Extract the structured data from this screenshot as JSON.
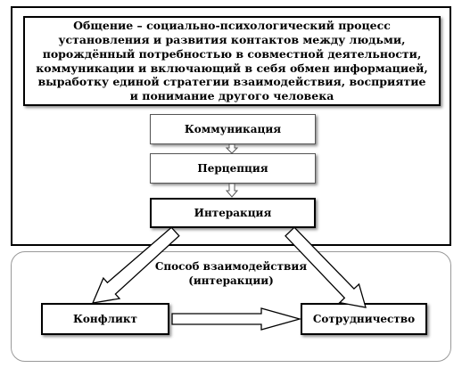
{
  "definition": {
    "term": "Общение",
    "text": " – социально-психологический процесс установления и развития контактов между людьми, порождённый потребностью в совместной деятельности, коммуникации и включающий в себя обмен информацией, выработку единой стратегии взаимодействия, восприятие и понимание другого человека"
  },
  "steps": [
    "Коммуникация",
    "Перцепция",
    "Интеракция"
  ],
  "method": {
    "line1": "Способ взаимодействия",
    "line2": "(интеракции)"
  },
  "outcomes": {
    "left": "Конфликт",
    "right": "Сотрудничество"
  }
}
